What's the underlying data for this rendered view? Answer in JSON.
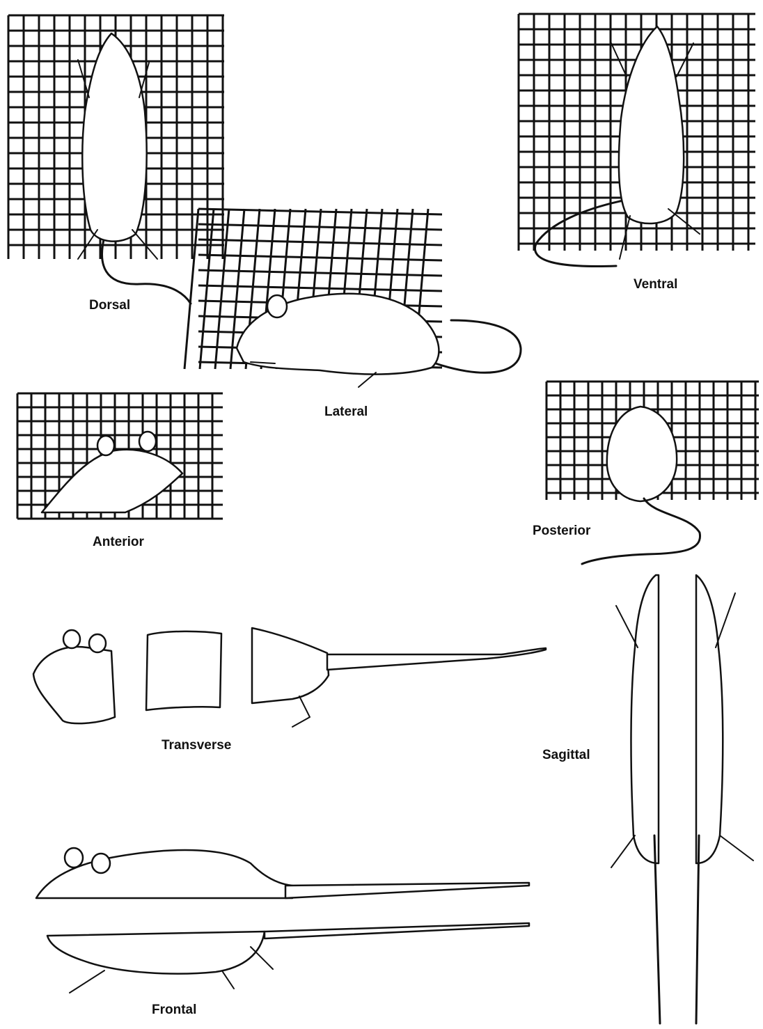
{
  "figure": {
    "labels": {
      "dorsal": "Dorsal",
      "ventral": "Ventral",
      "lateral": "Lateral",
      "anterior": "Anterior",
      "posterior": "Posterior",
      "transverse": "Transverse",
      "sagittal": "Sagittal",
      "frontal": "Frontal"
    },
    "colors": {
      "ink": "#111111",
      "paper": "#ffffff"
    }
  }
}
